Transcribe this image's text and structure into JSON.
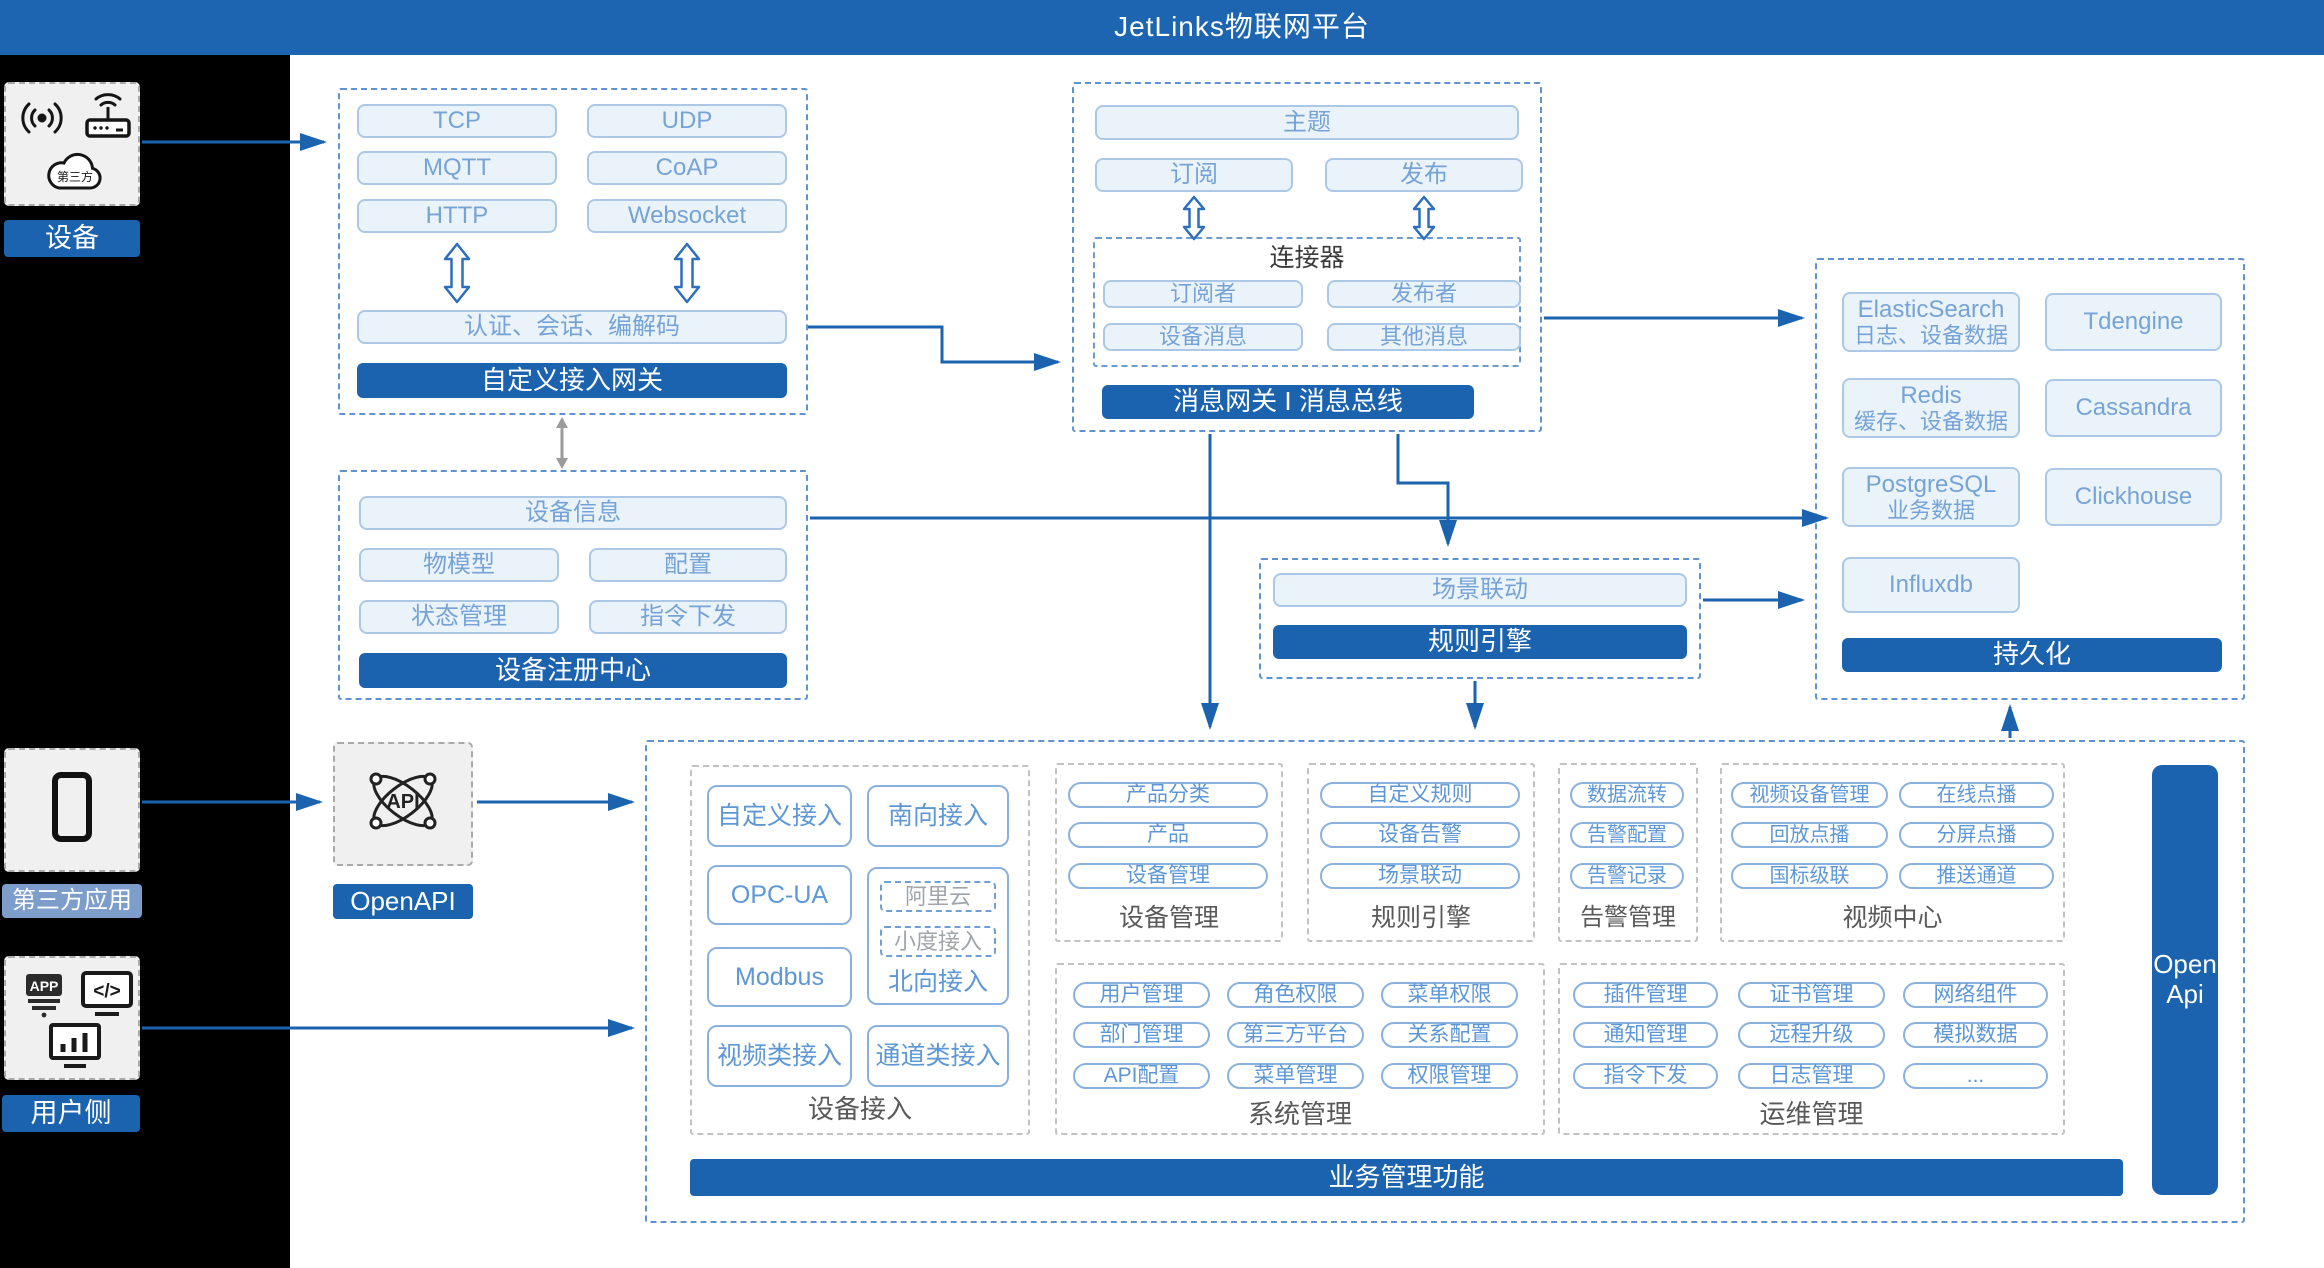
{
  "title": "JetLinks物联网平台",
  "colors": {
    "brand_blue": "#1b63ae",
    "title_bar": "#1d65b0",
    "light_box_fill": "#ebf3fa",
    "light_box_border": "#abc8e6",
    "light_box_text": "#76a3d6",
    "white_box_border": "#8ab1dd",
    "white_box_text": "#5d97d5",
    "dashed_blue": "#5f93cf",
    "dashed_gray": "#c2c2c2",
    "gray_label": "#595959",
    "muted_label_blue": "#7d9dca",
    "arrow_blue": "#1b63ae",
    "arrow_gray": "#9b9b9b",
    "black_panel": "#000000"
  },
  "left": {
    "device_label": "设备",
    "cloud_text": "第三方",
    "third_party_label": "第三方应用",
    "user_label": "用户侧",
    "app_text": "APP",
    "code_text": "</>"
  },
  "gateway": {
    "protocols": [
      "TCP",
      "UDP",
      "MQTT",
      "CoAP",
      "HTTP",
      "Websocket"
    ],
    "auth": "认证、会话、编解码",
    "label": "自定义接入网关"
  },
  "registry": {
    "items": [
      "设备信息",
      "物模型",
      "配置",
      "状态管理",
      "指令下发"
    ],
    "label": "设备注册中心"
  },
  "message": {
    "topic": "主题",
    "subscribe": "订阅",
    "publish": "发布",
    "connector_title": "连接器",
    "connector_items": [
      "订阅者",
      "发布者",
      "设备消息",
      "其他消息"
    ],
    "label": "消息网关 I 消息总线"
  },
  "persistence": {
    "items": [
      {
        "name": "ElasticSearch",
        "desc": "日志、设备数据"
      },
      {
        "name": "Tdengine",
        "desc": ""
      },
      {
        "name": "Redis",
        "desc": "缓存、设备数据"
      },
      {
        "name": "Cassandra",
        "desc": ""
      },
      {
        "name": "PostgreSQL",
        "desc": "业务数据"
      },
      {
        "name": "Clickhouse",
        "desc": ""
      },
      {
        "name": "Influxdb",
        "desc": ""
      }
    ],
    "label": "持久化"
  },
  "scene": {
    "linkage": "场景联动",
    "label": "规则引擎"
  },
  "openapi": {
    "icon_text": "API",
    "label": "OpenAPI"
  },
  "biz": {
    "device_access": {
      "items": [
        "自定义接入",
        "南向接入",
        "OPC-UA",
        "Modbus",
        "视频类接入",
        "通道类接入"
      ],
      "north_sub": [
        "阿里云",
        "小度接入"
      ],
      "north_label": "北向接入",
      "label": "设备接入"
    },
    "device_mgmt": {
      "items": [
        "产品分类",
        "产品",
        "设备管理"
      ],
      "label": "设备管理"
    },
    "rule": {
      "items": [
        "自定义规则",
        "设备告警",
        "场景联动"
      ],
      "label": "规则引擎"
    },
    "alarm": {
      "items": [
        "数据流转",
        "告警配置",
        "告警记录"
      ],
      "label": "告警管理"
    },
    "video": {
      "items": [
        "视频设备管理",
        "在线点播",
        "回放点播",
        "分屏点播",
        "国标级联",
        "推送通道"
      ],
      "label": "视频中心"
    },
    "system": {
      "items": [
        "用户管理",
        "角色权限",
        "菜单权限",
        "部门管理",
        "第三方平台",
        "关系配置",
        "API配置",
        "菜单管理",
        "权限管理"
      ],
      "label": "系统管理"
    },
    "ops": {
      "items": [
        "插件管理",
        "证书管理",
        "网络组件",
        "通知管理",
        "远程升级",
        "模拟数据",
        "指令下发",
        "日志管理",
        "..."
      ],
      "label": "运维管理"
    },
    "open_api_bar": [
      "Open",
      "Api"
    ],
    "footer": "业务管理功能"
  }
}
